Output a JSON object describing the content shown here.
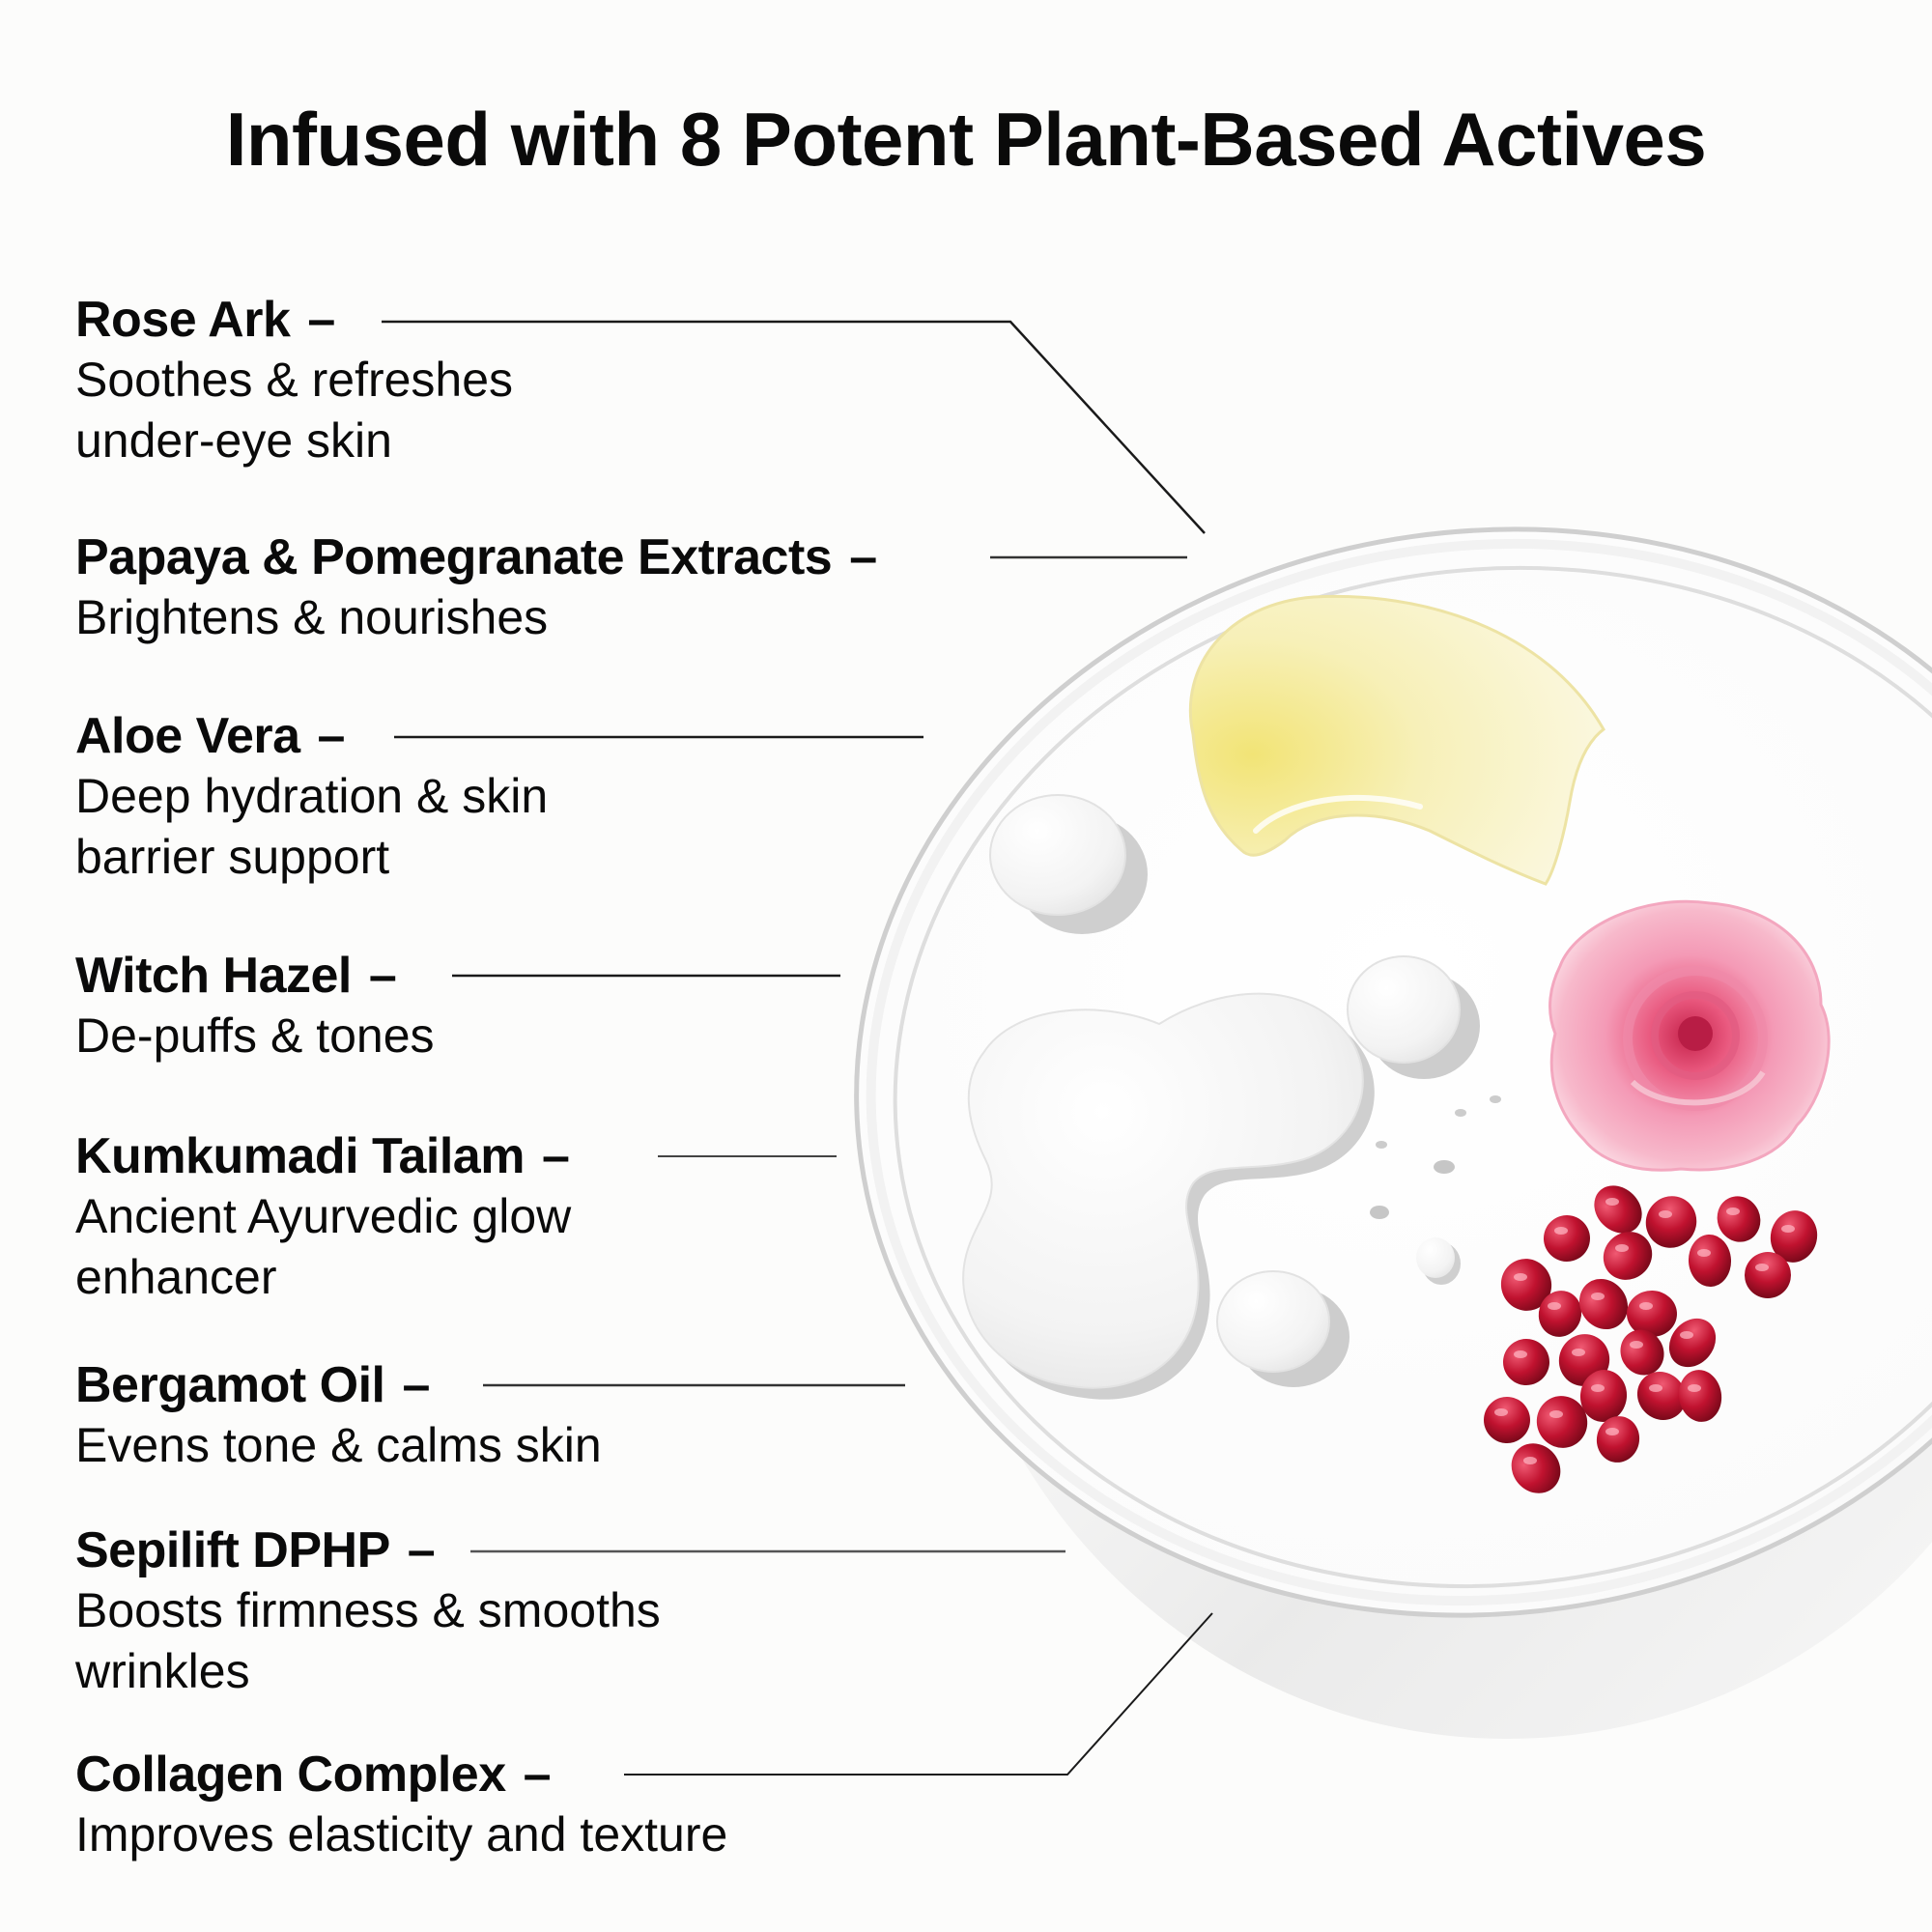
{
  "title": "Infused with 8 Potent Plant-Based Actives",
  "separator": "–",
  "ingredients": [
    {
      "name": "Rose Ark",
      "description": "Soothes & refreshes under-eye skin",
      "lines": [
        "Soothes & refreshes",
        "under-eye skin"
      ]
    },
    {
      "name": "Papaya & Pomegranate Extracts",
      "description": "Brightens & nourishes",
      "lines": [
        "Brightens & nourishes"
      ]
    },
    {
      "name": "Aloe Vera",
      "description": "Deep hydration & skin barrier support",
      "lines": [
        "Deep hydration & skin",
        "barrier support"
      ]
    },
    {
      "name": "Witch Hazel",
      "description": "De-puffs & tones",
      "lines": [
        "De-puffs & tones"
      ]
    },
    {
      "name": "Kumkumadi Tailam",
      "description": "Ancient Ayurvedic glow enhancer",
      "lines": [
        "Ancient Ayurvedic glow",
        "enhancer"
      ]
    },
    {
      "name": "Bergamot Oil",
      "description": "Evens tone & calms skin",
      "lines": [
        "Evens tone & calms skin"
      ]
    },
    {
      "name": "Sepilift DPHP",
      "description": "Boosts firmness & smooths wrinkles",
      "lines": [
        "Boosts firmness & smooths",
        "wrinkles"
      ]
    },
    {
      "name": "Collagen Complex",
      "description": "Improves elasticity and texture",
      "lines": [
        "Improves elasticity and texture"
      ]
    }
  ],
  "illustration": {
    "subject": "petri-dish-with-ingredients",
    "items": [
      "yellow-cream-swatch",
      "clear-gel-droplets",
      "pink-rose",
      "pomegranate-seeds"
    ],
    "colors": {
      "cream": "#f4ec9a",
      "rose": "#f08fb0",
      "rose_center": "#d9395f",
      "pomegranate": "#b3112a",
      "glass": "#d8d8d8"
    }
  }
}
